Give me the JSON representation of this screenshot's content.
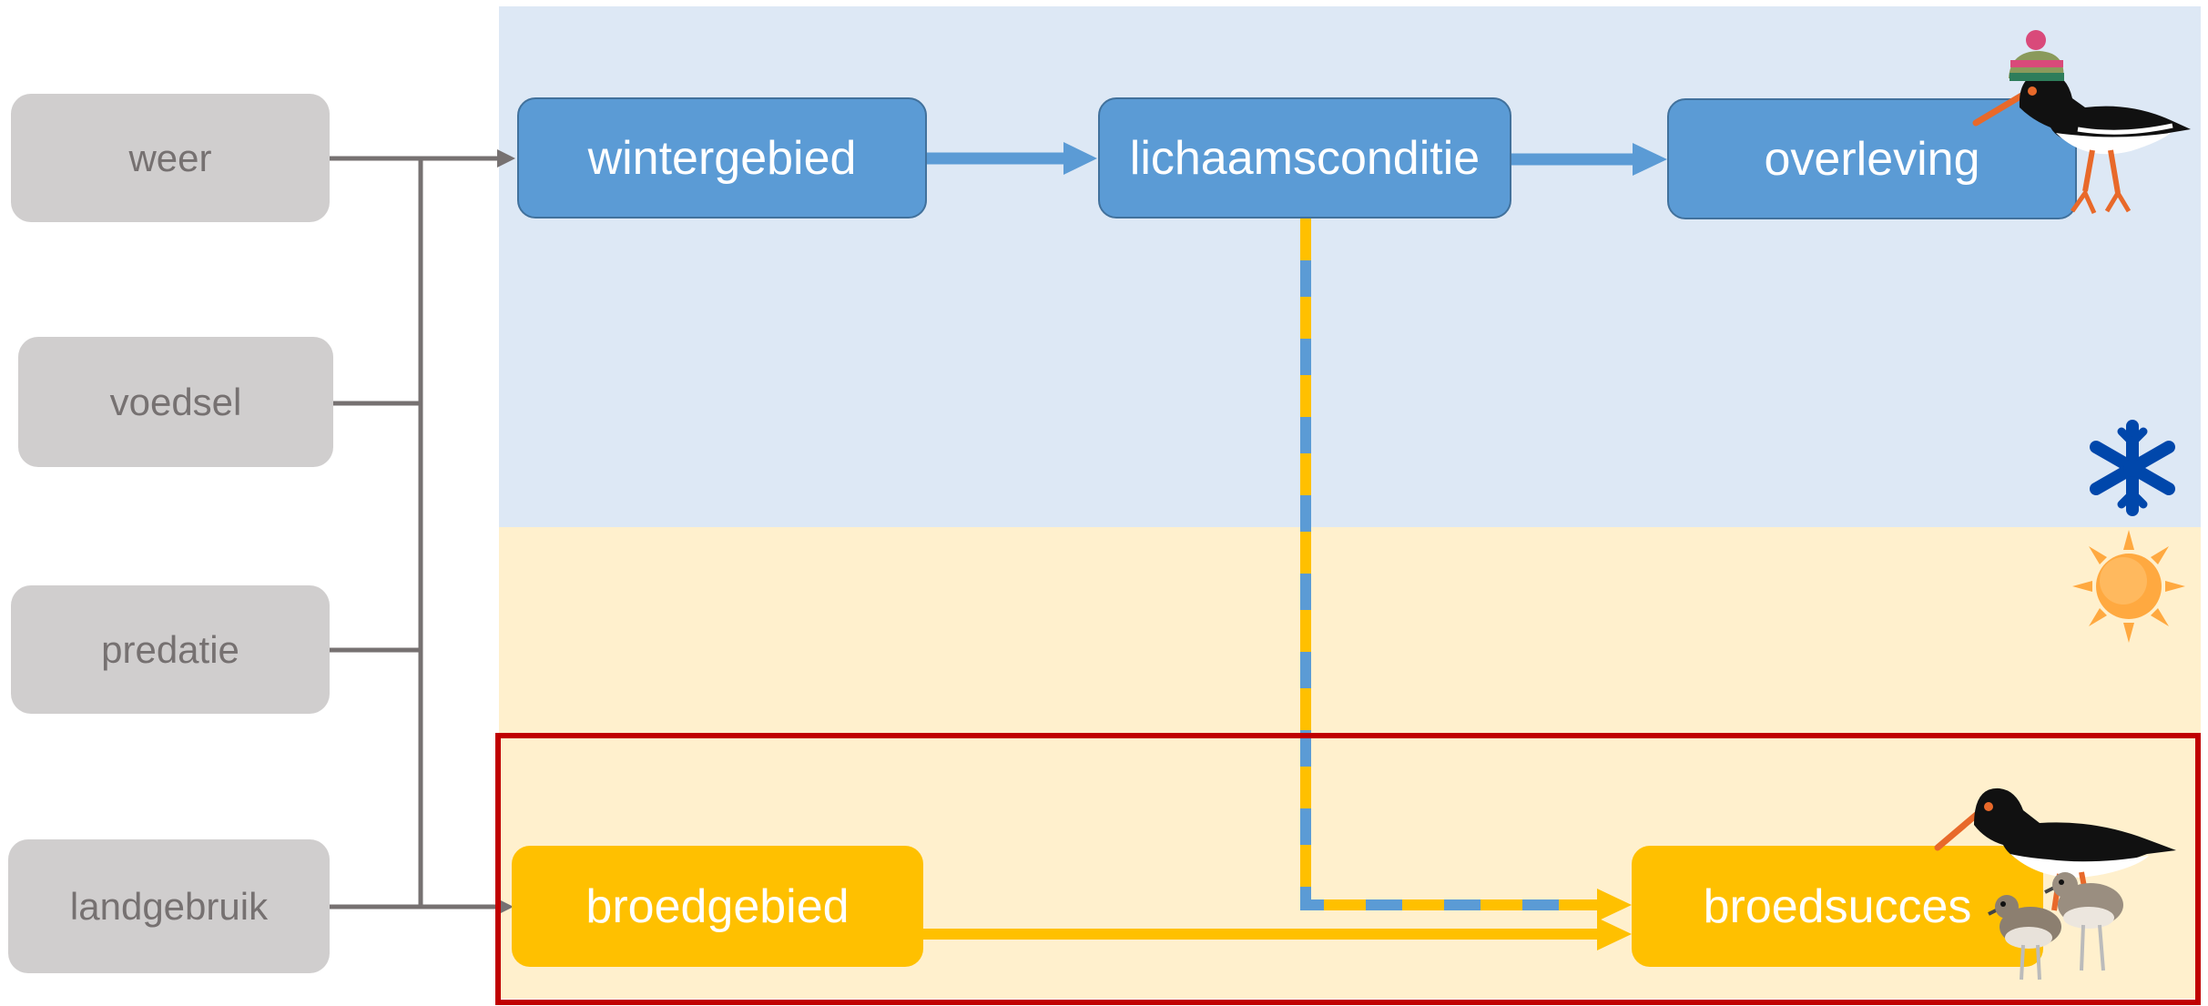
{
  "factors": {
    "weather": "weer",
    "food": "voedsel",
    "predation": "predatie",
    "land_use": "landgebruik"
  },
  "winter": {
    "wintering_area": "wintergebied",
    "body_condition": "lichaamsconditie",
    "survival": "overleving"
  },
  "summer": {
    "breeding_area": "broedgebied",
    "breeding_success": "broedsucces"
  },
  "colors": {
    "winter_background": "#dde8f5",
    "summer_background": "#fff0cd",
    "winter_node": "#5b9bd5",
    "summer_node": "#ffc000",
    "factor_node": "#d0cece",
    "factor_text": "#767171",
    "connector_grey": "#767171",
    "highlight_frame": "#c00000",
    "snowflake": "#0047ab",
    "sun": "#ffa940"
  },
  "icons": [
    "snowflake-icon",
    "sun-icon",
    "oystercatcher-with-hat-icon",
    "oystercatcher-with-chicks-icon"
  ]
}
